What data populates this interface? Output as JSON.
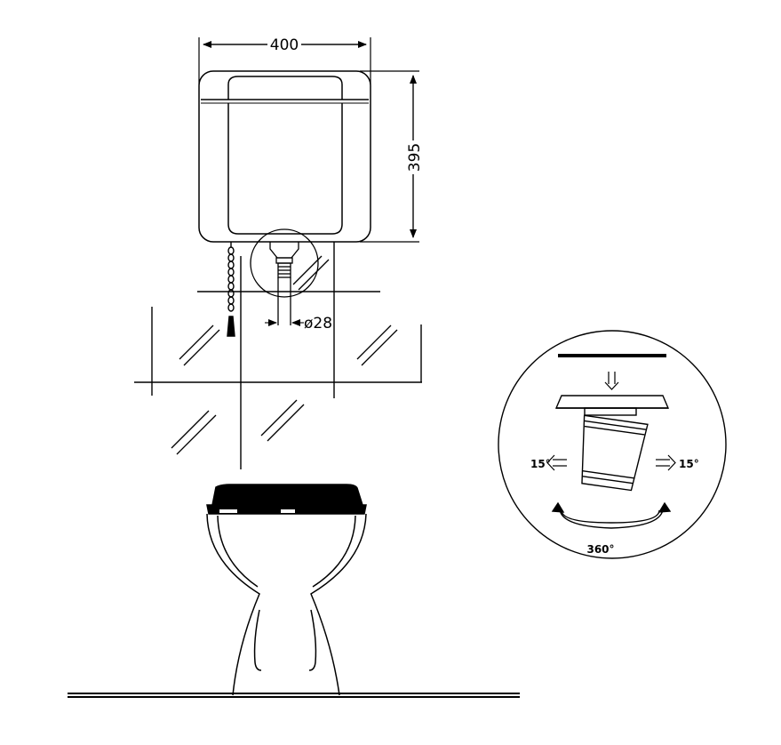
{
  "dimensions": {
    "width": "400",
    "height": "395",
    "pipe_diameter": "ø28"
  },
  "detail": {
    "tilt_left": "15°",
    "tilt_right": "15°",
    "rotation": "360°"
  },
  "colors": {
    "line": "#000000",
    "background": "#ffffff"
  }
}
